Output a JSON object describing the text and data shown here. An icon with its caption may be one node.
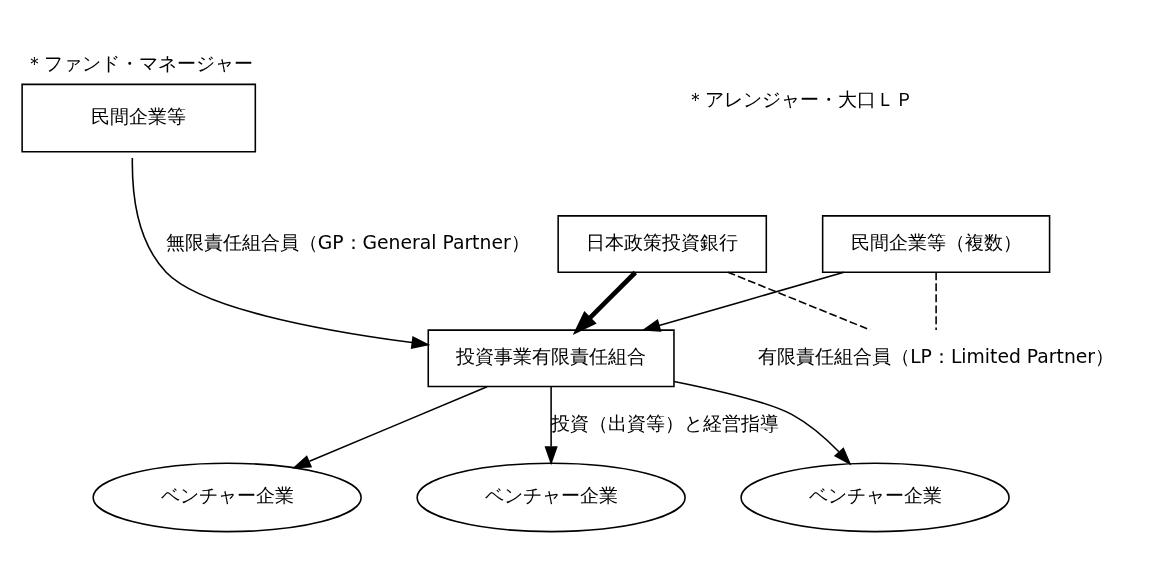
{
  "diagram": {
    "nodes": [
      {
        "text": [
          "民間企業等"
        ],
        "beside": [
          "＊ファンド・マネージャー"
        ]
      },
      {
        "text": [
          "日本政策投資銀行"
        ]
      },
      {
        "text": [
          "民間企業等（複数）"
        ]
      },
      {
        "text": [
          "有限責任組合員（LP：Limited Partner）"
        ]
      },
      {
        "text": [
          "投資事業有限責任組合"
        ]
      },
      {
        "text": [
          "ベンチャー企業"
        ]
      },
      {
        "text": [
          "ベンチャー企業"
        ]
      },
      {
        "text": [
          "ベンチャー企業"
        ]
      }
    ],
    "edges": [
      {
        "from": 0,
        "to": 4,
        "arrow": "to",
        "label": "無限責任組合員（GP：General Partner）"
      },
      {
        "from": 1,
        "to": 4,
        "arrow": "to",
        "style": "thick"
      },
      {
        "from": 2,
        "to": 4,
        "arrow": "to"
      },
      {
        "from": 1,
        "to": 3,
        "arrow": "none",
        "style": "dashed"
      },
      {
        "from": 2,
        "to": 3,
        "arrow": "none",
        "style": "dashed"
      },
      {
        "from": 4,
        "to": 5,
        "arrow": "to"
      },
      {
        "from": 4,
        "to": 6,
        "arrow": "to",
        "label": "投資（出資等）と経営指導"
      },
      {
        "from": 4,
        "to": 7,
        "arrow": "to"
      }
    ],
    "labels": [
      "＊アレンジャー・大口ＬＰ"
    ]
  }
}
